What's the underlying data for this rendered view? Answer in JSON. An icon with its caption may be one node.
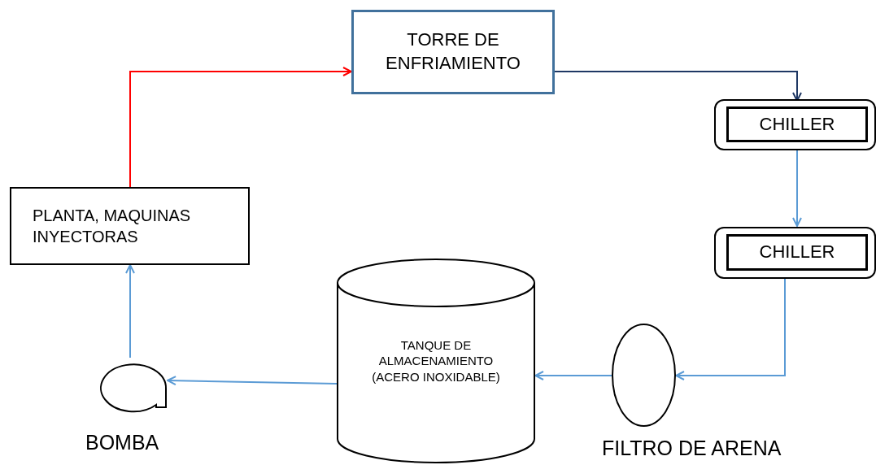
{
  "diagram": {
    "nodes": [
      {
        "text": [
          "TORRE DE ENFRIAMIENTO"
        ]
      },
      {
        "text": [
          "CHILLER"
        ]
      },
      {
        "text": [
          "CHILLER"
        ]
      },
      {
        "text": [
          "PLANTA, MAQUINAS INYECTORAS"
        ]
      },
      {
        "text": [
          "TANQUE DE ALMACENAMIENTO (ACERO INOXIDABLE)"
        ]
      },
      {
        "text": [],
        "shape": "pump",
        "beside": [
          "BOMBA"
        ]
      },
      {
        "text": [],
        "shape": "ellipse",
        "beside": [
          "FILTRO DE ARENA"
        ]
      }
    ],
    "edges": [
      {
        "from": 3,
        "to": 0,
        "arrow": "to",
        "color": "#ff0000"
      },
      {
        "from": 0,
        "to": 1,
        "arrow": "to",
        "color": "#1f3864"
      },
      {
        "from": 1,
        "to": 2,
        "arrow": "to"
      },
      {
        "from": 2,
        "to": 6,
        "arrow": "to"
      },
      {
        "from": 6,
        "to": 4,
        "arrow": "to"
      },
      {
        "from": 4,
        "to": 5,
        "arrow": "to"
      },
      {
        "from": 5,
        "to": 3,
        "arrow": "to"
      }
    ]
  }
}
